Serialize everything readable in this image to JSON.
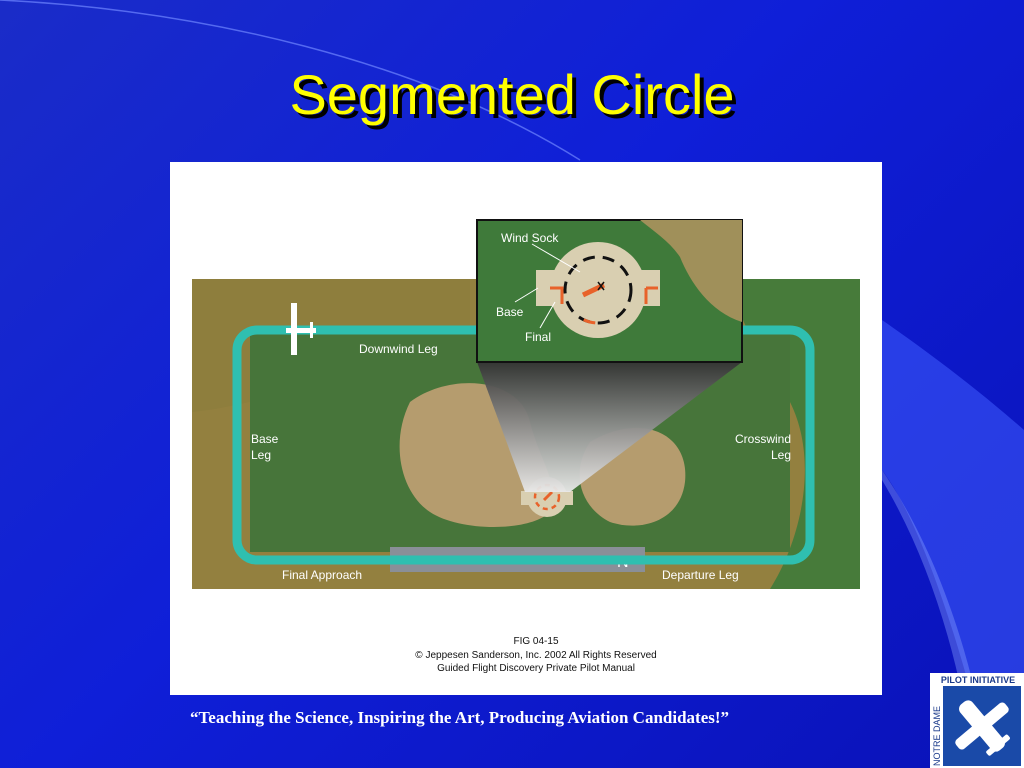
{
  "slide": {
    "title": "Segmented Circle",
    "tagline": "“Teaching the Science, Inspiring the Art, Producing Aviation Candidates!”"
  },
  "figure": {
    "labels": {
      "downwind": "Downwind Leg",
      "base_line1": "Base",
      "base_line2": "Leg",
      "crosswind_line1": "Crosswind",
      "crosswind_line2": "Leg",
      "final_approach": "Final Approach",
      "departure": "Departure Leg"
    },
    "inset_labels": {
      "wind_sock": "Wind Sock",
      "base": "Base",
      "final": "Final"
    },
    "caption": {
      "fig": "FIG 04-15",
      "copyright": "© Jeppesen Sanderson, Inc. 2002 All Rights Reserved",
      "source": "Guided Flight Discovery Private Pilot Manual"
    }
  },
  "logo": {
    "top_text": "PILOT INITIATIVE",
    "side_text": "NOTRE DAME"
  },
  "colors": {
    "title": "#ffff00",
    "pattern_path": "#2fbfb0",
    "ground": "#93803f",
    "grass": "#3f7a3a",
    "segment_orange": "#e8622a"
  }
}
